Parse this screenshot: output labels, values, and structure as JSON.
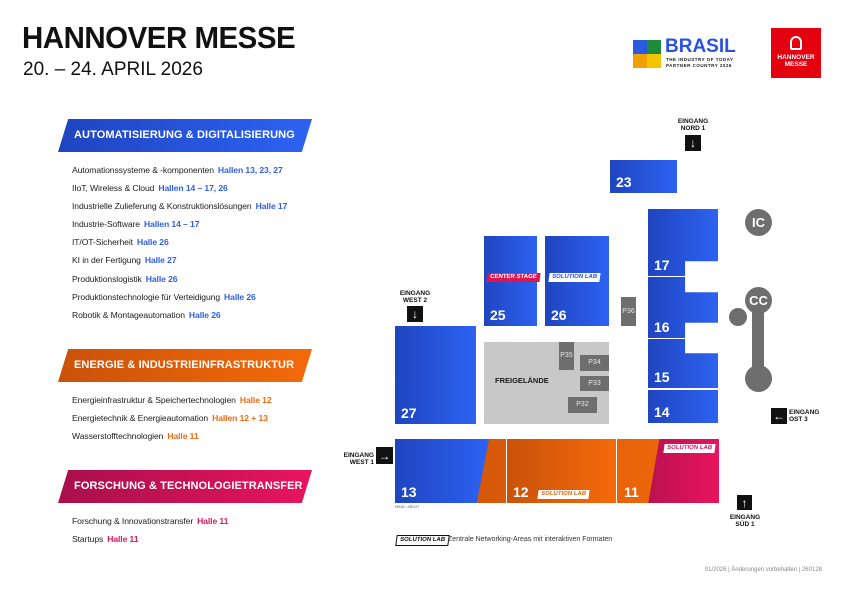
{
  "header": {
    "title": "HANNOVER MESSE",
    "dates": "20. – 24. APRIL 2026"
  },
  "logos": {
    "partner_name": "BRASIL",
    "partner_line1": "THE INDUSTRY OF TODAY",
    "partner_line2": "PARTNER COUNTRY 2026",
    "brand_line1": "HANNOVER",
    "brand_line2": "MESSE"
  },
  "sections": [
    {
      "title": "AUTOMATISIERUNG & DIGITALISIERUNG",
      "items": [
        {
          "label": "Automationssysteme & -komponenten",
          "halls": "Hallen 13, 23, 27"
        },
        {
          "label": "IIoT, Wireless & Cloud",
          "halls": "Hallen 14 – 17, 26"
        },
        {
          "label": "Industrielle Zulieferung & Konstruktionslösungen",
          "halls": "Halle 17"
        },
        {
          "label": "Industrie-Software",
          "halls": "Hallen 14 – 17"
        },
        {
          "label": "IT/OT-Sicherheit",
          "halls": "Halle 26"
        },
        {
          "label": "KI in der Fertigung",
          "halls": "Halle 27"
        },
        {
          "label": "Produktionslogistik",
          "halls": "Halle 26"
        },
        {
          "label": "Produktionstechnologie für Verteidigung",
          "halls": "Halle 26"
        },
        {
          "label": "Robotik & Montageautomation",
          "halls": "Halle 26"
        }
      ]
    },
    {
      "title": "ENERGIE & INDUSTRIEINFRASTRUKTUR",
      "items": [
        {
          "label": "Energieinfrastruktur & Speichertechnologien",
          "halls": "Halle 12"
        },
        {
          "label": "Energietechnik & Energieautomation",
          "halls": "Hallen 12 + 13"
        },
        {
          "label": "Wasserstofftechnologien",
          "halls": "Halle 11"
        }
      ]
    },
    {
      "title": "FORSCHUNG & TECHNOLOGIETRANSFER",
      "items": [
        {
          "label": "Forschung & Innovationstransfer",
          "halls": "Halle 11"
        },
        {
          "label": "Startups",
          "halls": "Halle 11"
        }
      ]
    }
  ],
  "map": {
    "halls": {
      "h23": "23",
      "h17": "17",
      "h16": "16",
      "h15": "15",
      "h14": "14",
      "h25": "25",
      "h26": "26",
      "h27": "27",
      "h13": "13",
      "h12": "12",
      "h11": "11"
    },
    "areas": {
      "freigelaende": "FREIGELÄNDE",
      "p32": "P32",
      "p33": "P33",
      "p34": "P34",
      "p35": "P35",
      "p36": "P36",
      "ic": "IC",
      "cc": "CC"
    },
    "tags": {
      "center_stage": "CENTER STAGE",
      "solution_lab": "SOLUTION LAB"
    },
    "entrances": {
      "nord1": [
        "EINGANG",
        "NORD 1"
      ],
      "west2": [
        "EINGANG",
        "WEST 2"
      ],
      "ost3": [
        "EINGANG",
        "OST 3"
      ],
      "west1": [
        "EINGANG",
        "WEST 1"
      ],
      "sued1": [
        "EINGANG",
        "SÜD 1"
      ]
    },
    "map_code": "HM26 • 260127"
  },
  "legend": {
    "tag": "SOLUTION LAB",
    "text": "Zentrale Networking-Areas mit interaktiven Formaten"
  },
  "footer": "01/2026 | Änderungen vorbehalten | 260128"
}
